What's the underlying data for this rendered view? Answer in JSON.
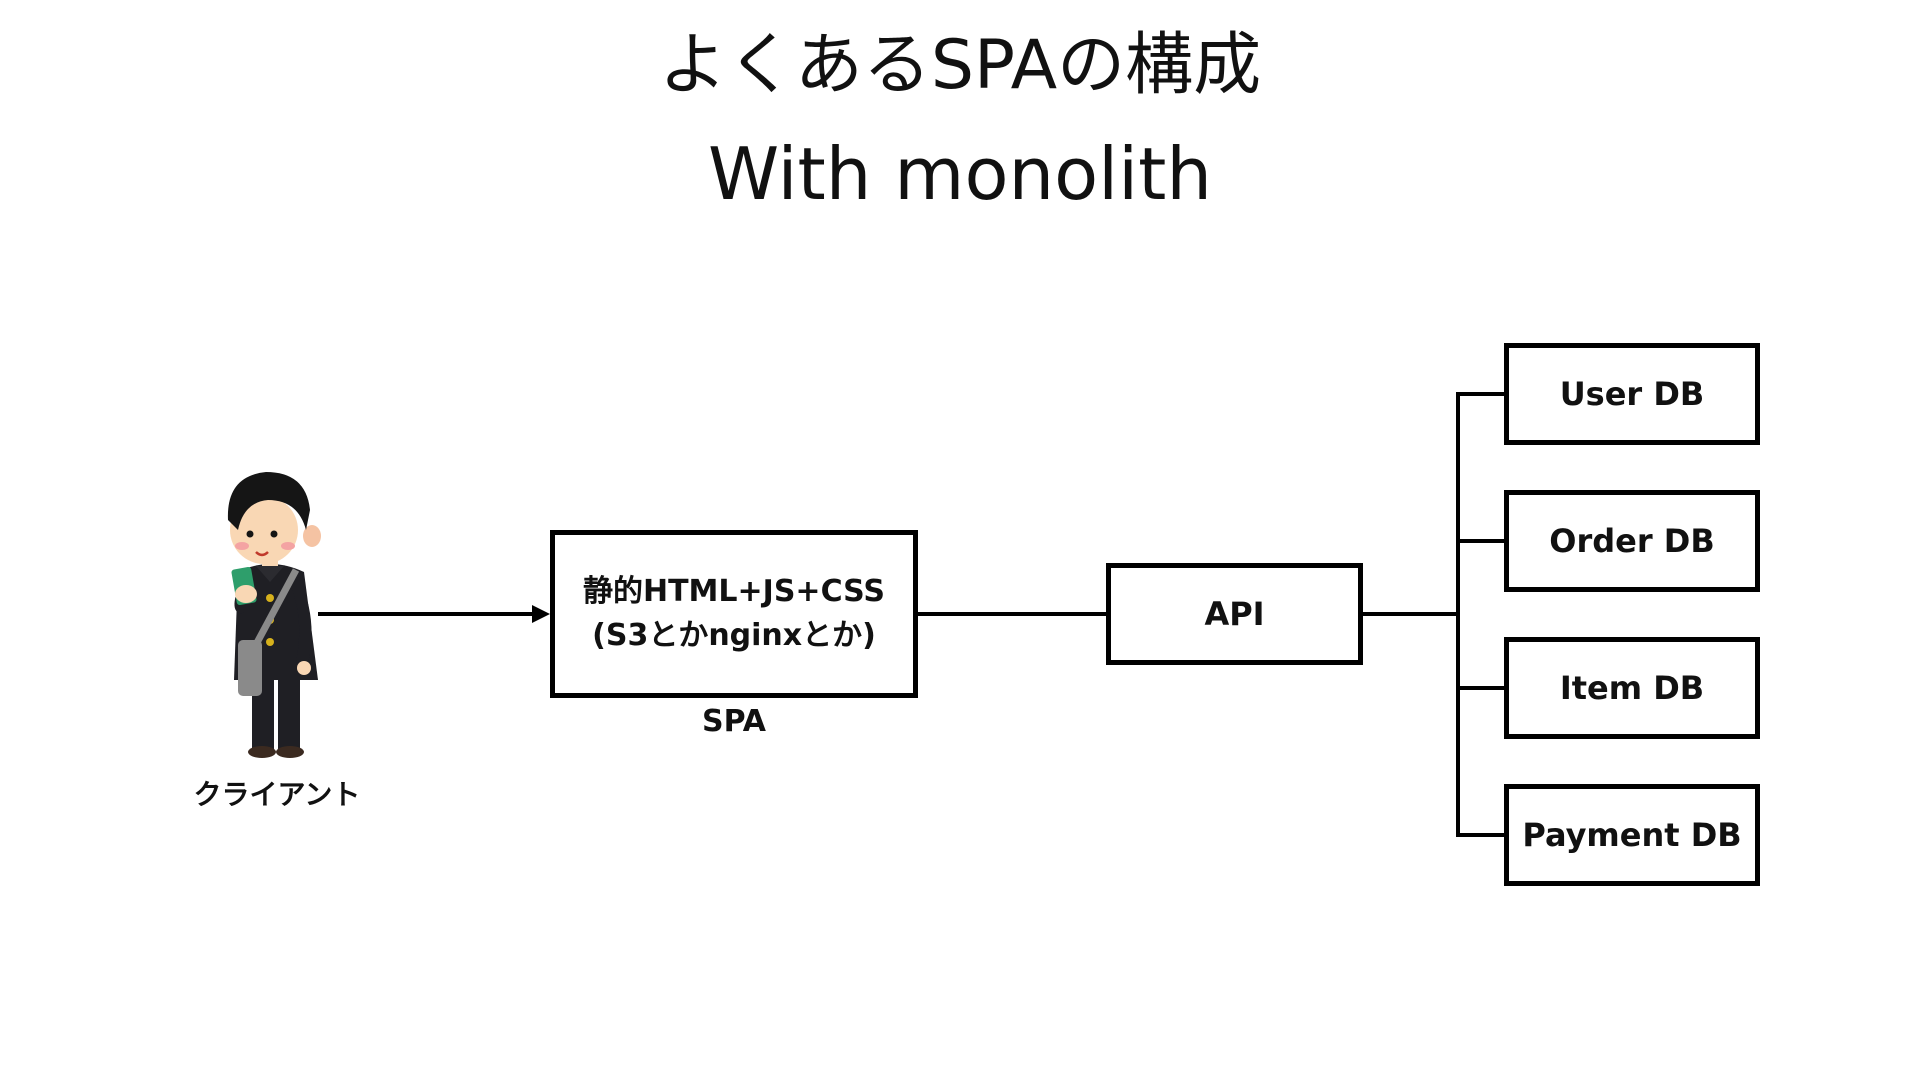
{
  "title": {
    "line1": "よくあるSPAの構成",
    "line2": "With monolith"
  },
  "client": {
    "label": "クライアント",
    "icon": "student-with-phone-icon"
  },
  "spa": {
    "box_line1": "静的HTML+JS+CSS",
    "box_line2": "(S3とかnginxとか)",
    "caption": "SPA"
  },
  "api": {
    "label": "API"
  },
  "databases": [
    {
      "label": "User DB"
    },
    {
      "label": "Order DB"
    },
    {
      "label": "Item DB"
    },
    {
      "label": "Payment DB"
    }
  ],
  "colors": {
    "line": "#000000",
    "text": "#111111",
    "background": "#ffffff",
    "phone": "#2e9e6b",
    "uniform": "#1f1f24",
    "bag": "#8a8a8a",
    "buttons": "#d6b11c",
    "skin": "#f9d7b4"
  }
}
